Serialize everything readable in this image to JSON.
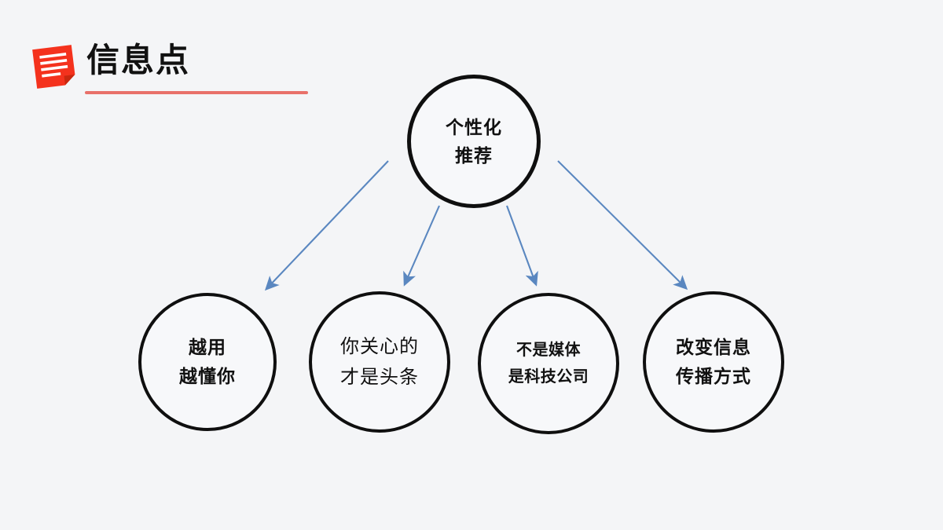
{
  "slide": {
    "background_color": "#f4f5f7",
    "title": "信息点",
    "title_color": "#111111",
    "rule_color": "#e8716a",
    "logo_icon": "note-document-icon",
    "logo_color": "#f4321d"
  },
  "diagram": {
    "type": "radial-tree",
    "node_border_color": "#0f0f0f",
    "node_fill_color": "#f7f8fa",
    "arrow_color": "#5a87c0",
    "root": {
      "name": "personalized-recommendation",
      "lines": [
        "个性化",
        "推荐"
      ]
    },
    "children": [
      {
        "name": "knows-you-better",
        "lines": [
          "越用",
          "越懂你"
        ]
      },
      {
        "name": "what-you-care-is-headline",
        "lines": [
          "你关心的",
          "才是头条"
        ]
      },
      {
        "name": "not-media-but-tech-company",
        "lines": [
          "不是媒体",
          "是科技公司"
        ]
      },
      {
        "name": "change-information-spread",
        "lines": [
          "改变信息",
          "传播方式"
        ]
      }
    ]
  }
}
